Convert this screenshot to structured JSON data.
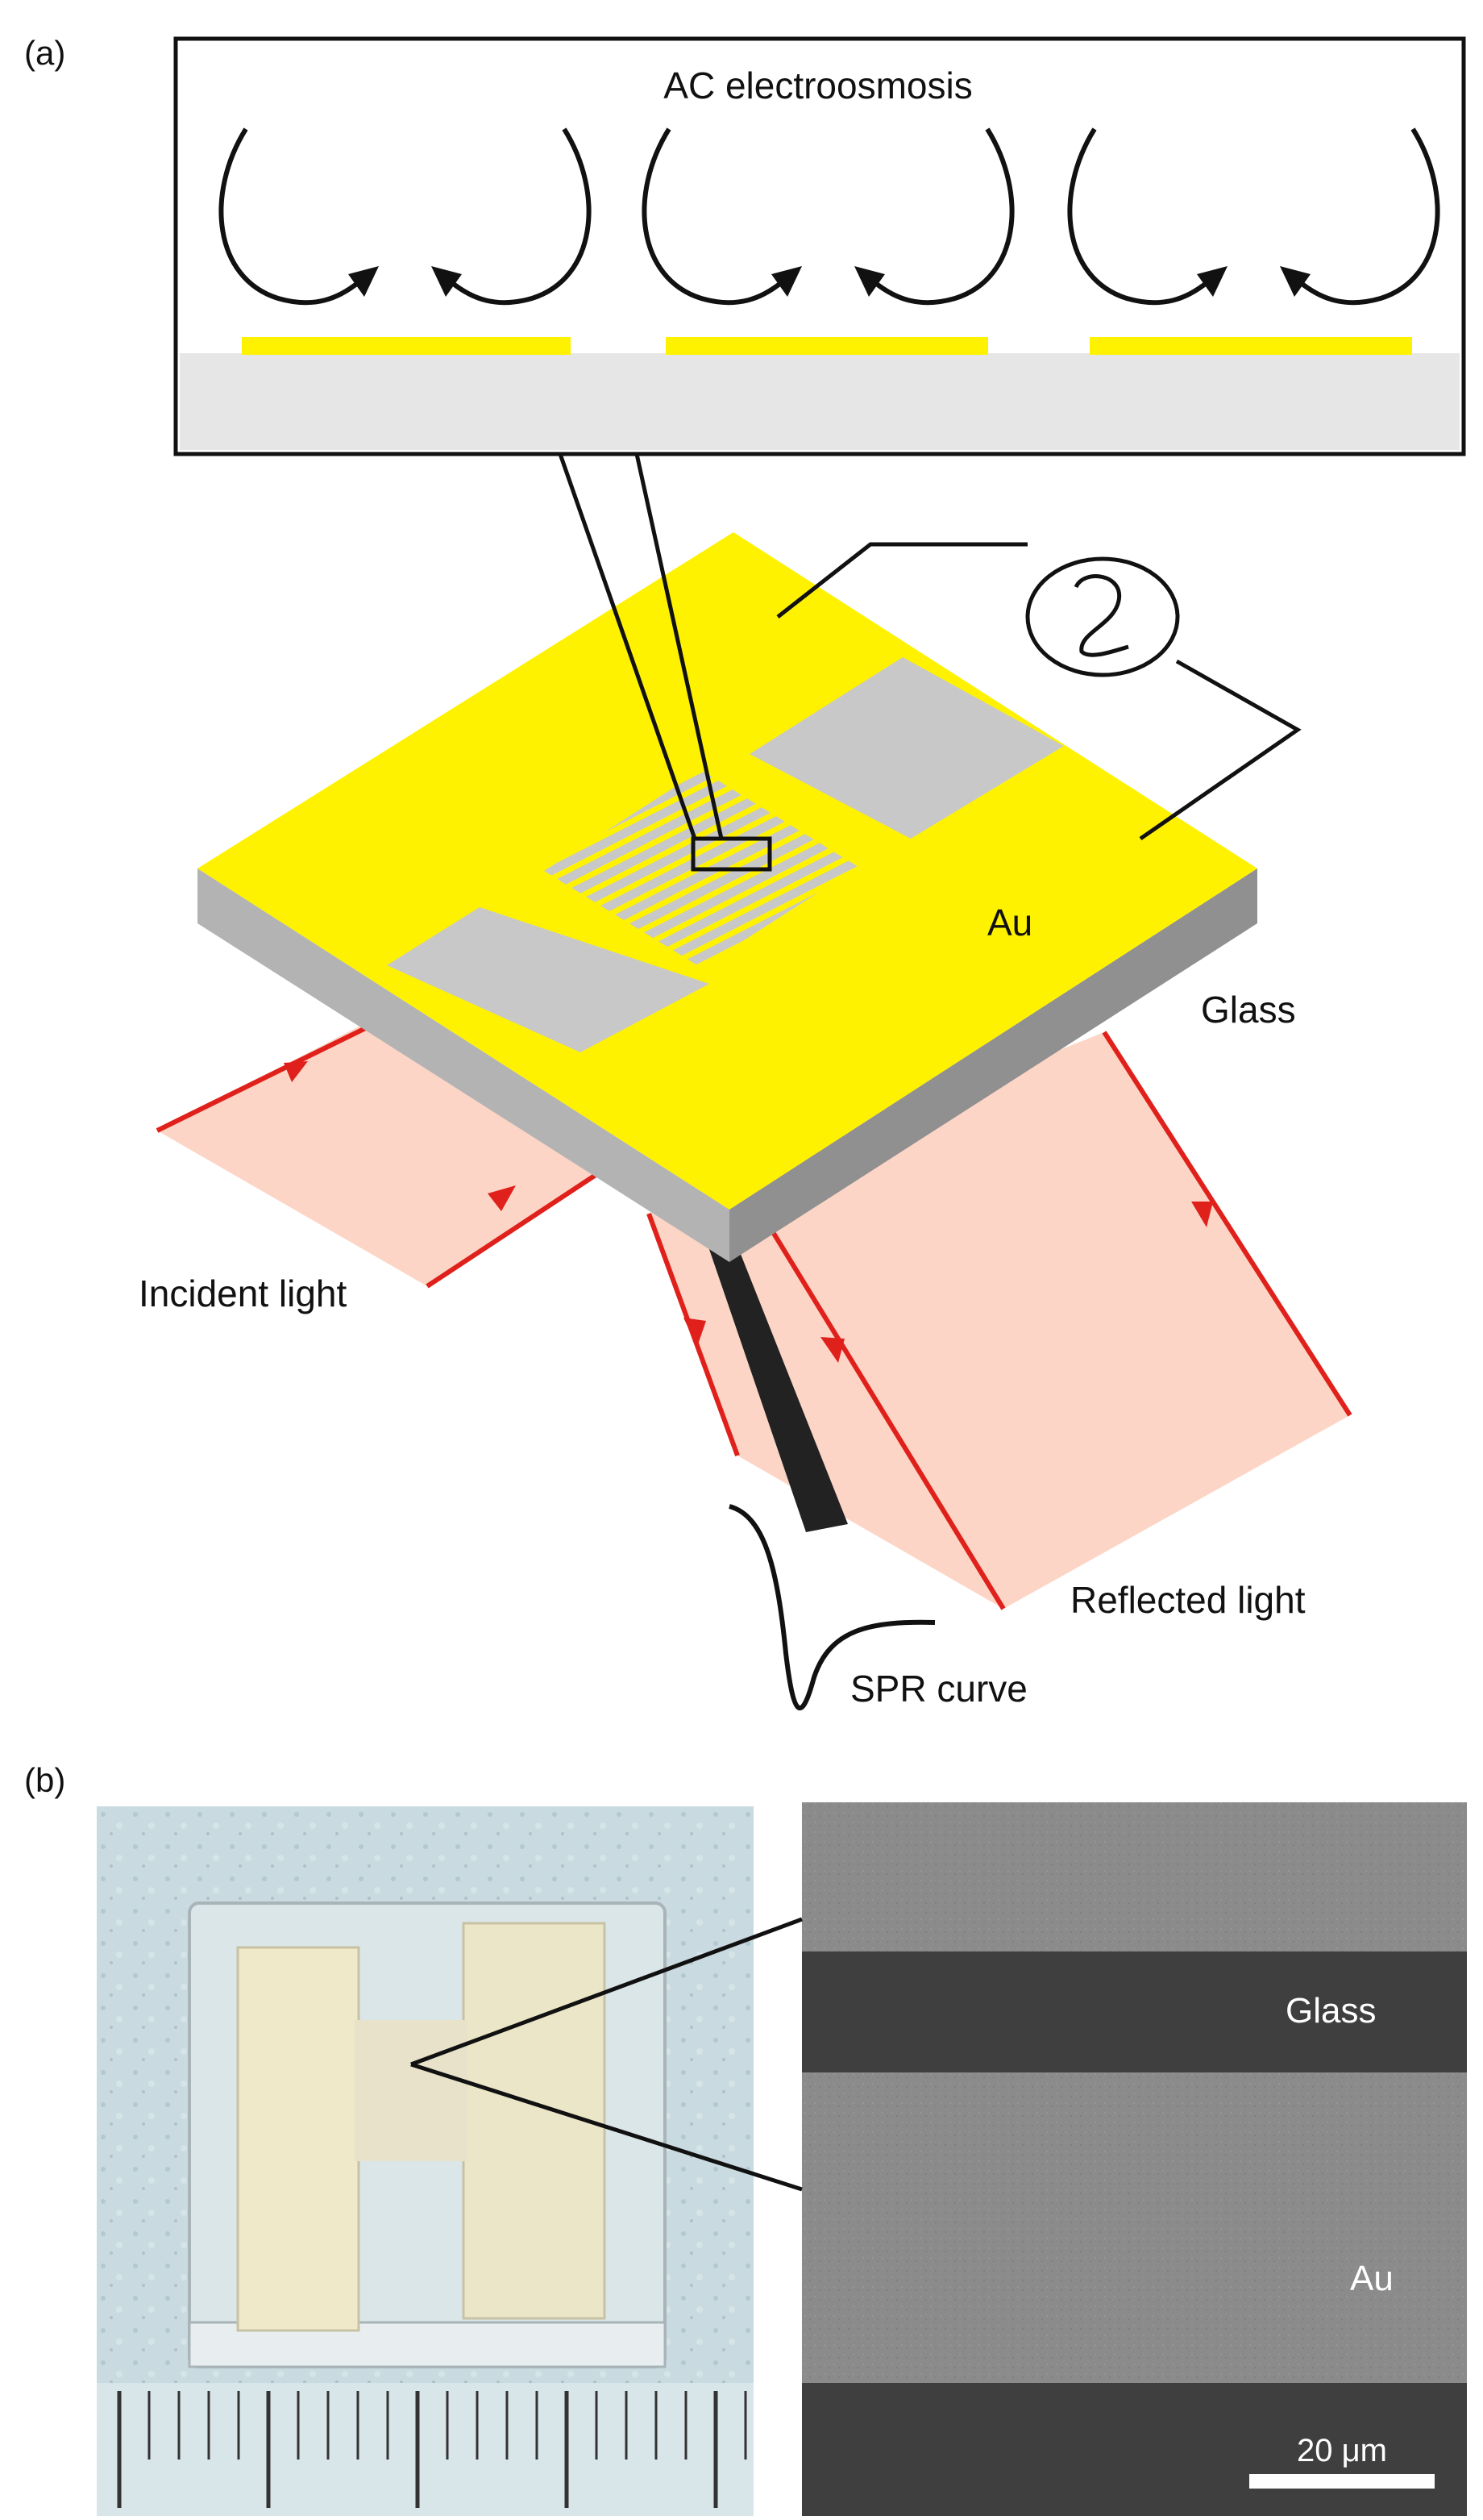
{
  "panel_a": {
    "label": "(a)",
    "inset_title": "AC electroosmosis",
    "labels": {
      "au": "Au",
      "glass": "Glass",
      "incident": "Incident light",
      "reflected": "Reflected light",
      "spr": "SPR curve"
    }
  },
  "panel_b": {
    "label": "(b)",
    "sem_labels": {
      "glass": "Glass",
      "au": "Au",
      "scale": "20 μm"
    }
  },
  "colors": {
    "gold": "#fff200",
    "glass": "#d4d4d4",
    "beam": "#fcd5c6",
    "ray": "#e0201b"
  }
}
